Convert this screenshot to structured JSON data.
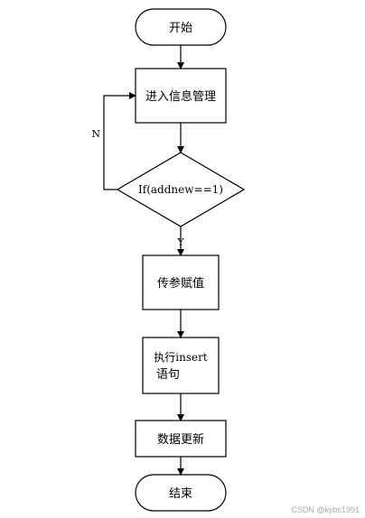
{
  "nodes": {
    "start": "开始",
    "enter_info_management": "进入信息管理",
    "decision": "If(addnew==1)",
    "pass_params": "传参赋值",
    "execute_insert_line1": "执行insert",
    "execute_insert_line2": "语句",
    "update_data": "数据更新",
    "end": "结束"
  },
  "edge_labels": {
    "no": "N",
    "yes": "Y"
  },
  "watermark": "CSDN @kybs1991"
}
